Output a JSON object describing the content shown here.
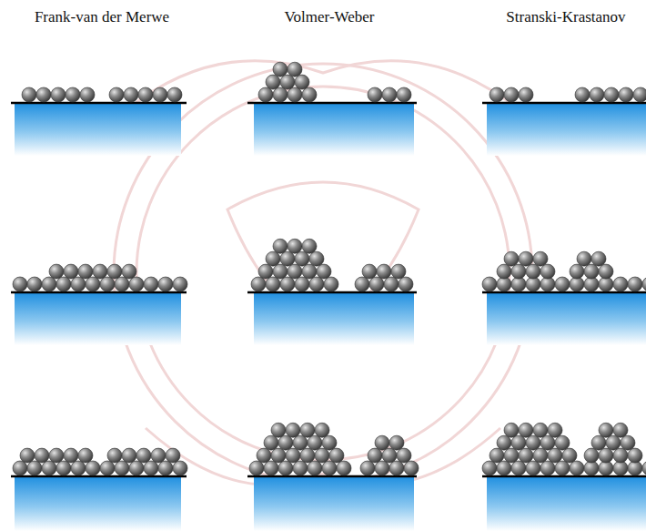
{
  "diagram": {
    "labels": [
      "Frank-van der Merwe",
      "Volmer-Weber",
      "Stranski-Krastanov"
    ]
  }
}
